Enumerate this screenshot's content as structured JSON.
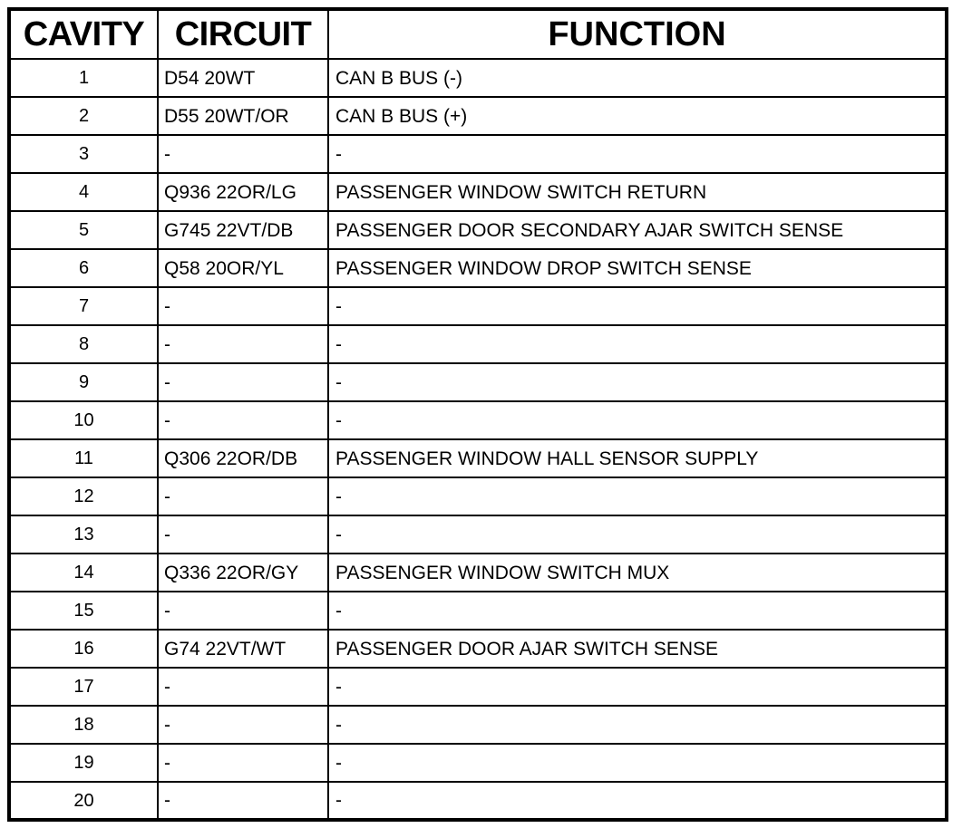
{
  "table": {
    "columns": [
      {
        "key": "cavity",
        "label": "CAVITY"
      },
      {
        "key": "circuit",
        "label": "CIRCUIT"
      },
      {
        "key": "function",
        "label": "FUNCTION"
      }
    ],
    "empty_marker": "-",
    "rows": [
      {
        "cavity": "1",
        "circuit": "D54 20WT",
        "function": "CAN B BUS (-)"
      },
      {
        "cavity": "2",
        "circuit": "D55 20WT/OR",
        "function": "CAN B BUS (+)"
      },
      {
        "cavity": "3",
        "circuit": "-",
        "function": "-"
      },
      {
        "cavity": "4",
        "circuit": "Q936 22OR/LG",
        "function": "PASSENGER WINDOW SWITCH RETURN"
      },
      {
        "cavity": "5",
        "circuit": "G745 22VT/DB",
        "function": "PASSENGER DOOR SECONDARY AJAR SWITCH SENSE"
      },
      {
        "cavity": "6",
        "circuit": "Q58 20OR/YL",
        "function": "PASSENGER WINDOW DROP SWITCH SENSE"
      },
      {
        "cavity": "7",
        "circuit": "-",
        "function": "-"
      },
      {
        "cavity": "8",
        "circuit": "-",
        "function": "-"
      },
      {
        "cavity": "9",
        "circuit": "-",
        "function": "-"
      },
      {
        "cavity": "10",
        "circuit": "-",
        "function": "-"
      },
      {
        "cavity": "11",
        "circuit": "Q306 22OR/DB",
        "function": "PASSENGER WINDOW HALL SENSOR SUPPLY"
      },
      {
        "cavity": "12",
        "circuit": "-",
        "function": "-"
      },
      {
        "cavity": "13",
        "circuit": "-",
        "function": "-"
      },
      {
        "cavity": "14",
        "circuit": "Q336 22OR/GY",
        "function": "PASSENGER WINDOW SWITCH MUX"
      },
      {
        "cavity": "15",
        "circuit": "-",
        "function": "-"
      },
      {
        "cavity": "16",
        "circuit": "G74 22VT/WT",
        "function": "PASSENGER DOOR AJAR SWITCH SENSE"
      },
      {
        "cavity": "17",
        "circuit": "-",
        "function": "-"
      },
      {
        "cavity": "18",
        "circuit": "-",
        "function": "-"
      },
      {
        "cavity": "19",
        "circuit": "-",
        "function": "-"
      },
      {
        "cavity": "20",
        "circuit": "-",
        "function": "-"
      }
    ]
  },
  "colors": {
    "border": "#000000",
    "text": "#000000",
    "background": "#ffffff"
  }
}
